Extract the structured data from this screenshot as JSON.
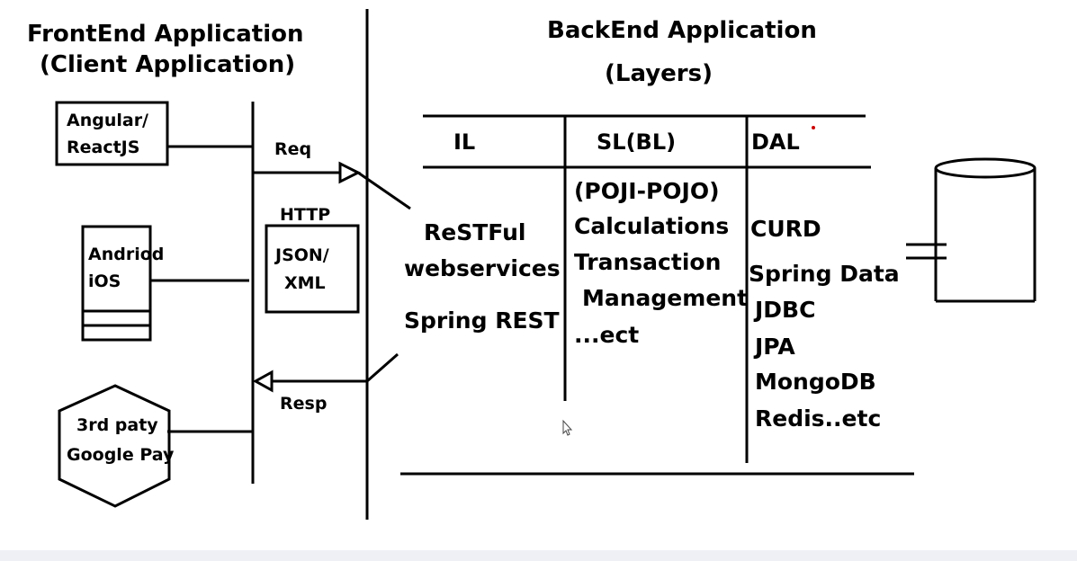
{
  "frontend": {
    "title_line1": "FrontEnd Application",
    "title_line2": "(Client Application)",
    "clients": {
      "angular": [
        "Angular/",
        "ReactJS"
      ],
      "mobile": [
        "Andriod",
        "iOS"
      ],
      "thirdparty": [
        "3rd paty",
        "Google Pay"
      ]
    }
  },
  "communication": {
    "req": "Req",
    "resp": "Resp",
    "protocol": "HTTP",
    "format": [
      "JSON/",
      "XML"
    ]
  },
  "backend": {
    "title_line1": "BackEnd Application",
    "title_line2": "(Layers)",
    "columns": {
      "il": {
        "header": "IL",
        "items": [
          "ReSTFul",
          "webservices",
          "Spring REST"
        ]
      },
      "sl": {
        "header": "SL(BL)",
        "items": [
          "(POJI-POJO)",
          "Calculations",
          "Transaction",
          "Management",
          "...ect"
        ]
      },
      "dal": {
        "header": "DAL",
        "items": [
          "CURD",
          "Spring Data",
          "JDBC",
          "JPA",
          "MongoDB",
          "Redis..etc"
        ]
      }
    }
  },
  "colors": {
    "ink": "#000000",
    "background": "#ffffff",
    "dot": "#cc0000",
    "strip": "#eef0f6"
  },
  "icons": [
    "database-cylinder-icon",
    "cursor-arrow-icon"
  ]
}
